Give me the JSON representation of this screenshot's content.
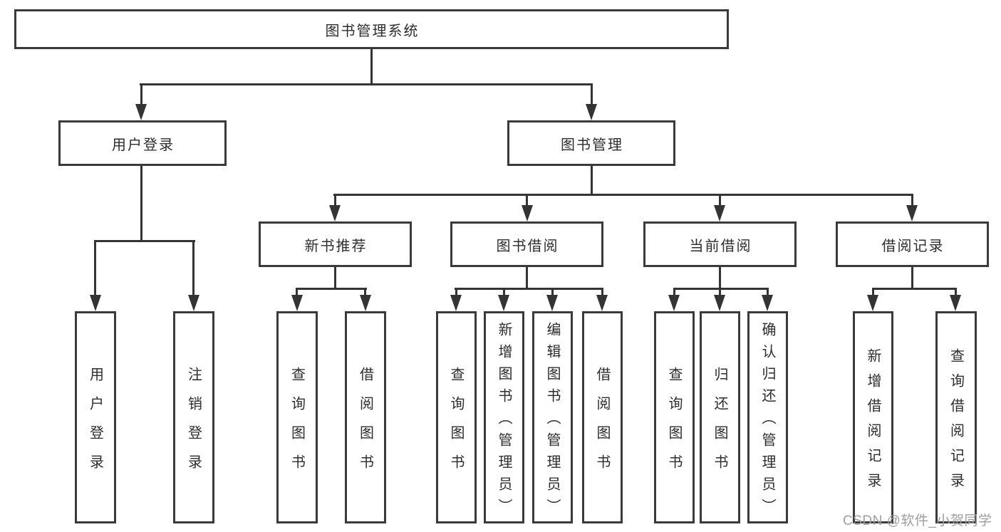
{
  "colors": {
    "border": "#3a3a3a",
    "line": "#343434",
    "text": "#2d2d2d",
    "watermark": "#9e9e9e",
    "bg": "#ffffff"
  },
  "tree": {
    "label": "图书管理系统",
    "children": [
      {
        "label": "用户登录",
        "children": [
          {
            "label": "用户登录"
          },
          {
            "label": "注销登录"
          }
        ]
      },
      {
        "label": "图书管理",
        "children": [
          {
            "label": "新书推荐",
            "children": [
              {
                "label": "查询图书"
              },
              {
                "label": "借阅图书"
              }
            ]
          },
          {
            "label": "图书借阅",
            "children": [
              {
                "label": "查询图书"
              },
              {
                "label": "新增图书（管理员）"
              },
              {
                "label": "编辑图书（管理员）"
              },
              {
                "label": "借阅图书"
              }
            ]
          },
          {
            "label": "当前借阅",
            "children": [
              {
                "label": "查询图书"
              },
              {
                "label": "归还图书"
              },
              {
                "label": "确认归还（管理员）"
              }
            ]
          },
          {
            "label": "借阅记录",
            "children": [
              {
                "label": "新增借阅记录"
              },
              {
                "label": "查询借阅记录"
              }
            ]
          }
        ]
      }
    ]
  },
  "watermark": {
    "text": "CSDN @软件_小贺同学"
  }
}
